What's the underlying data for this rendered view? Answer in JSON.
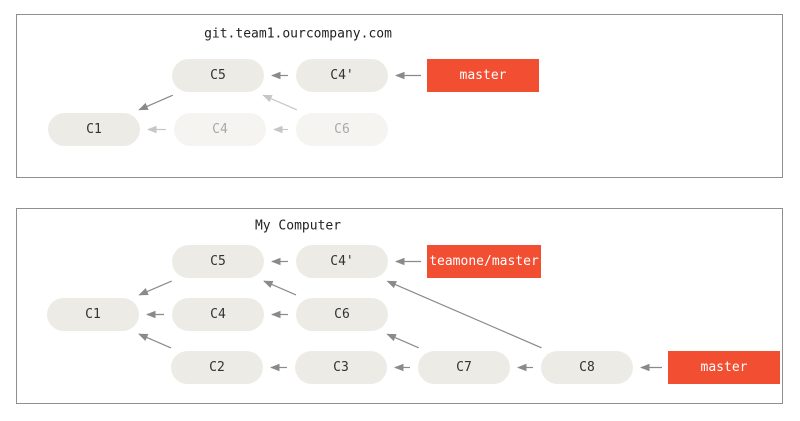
{
  "colors": {
    "commit_fill": "#edebe6",
    "commit_fill_faded": "#f5f4f1",
    "branch_fill": "#f14e32",
    "edge": "#8a8a8a",
    "edge_faded": "#c6c6c6",
    "panel_border": "#8f8f8f"
  },
  "panels": [
    {
      "id": "server",
      "title": "git.team1.ourcompany.com",
      "commits": [
        {
          "id": "C1",
          "label": "C1",
          "faded": false
        },
        {
          "id": "C5",
          "label": "C5",
          "faded": false
        },
        {
          "id": "C4p",
          "label": "C4'",
          "faded": false
        },
        {
          "id": "C4",
          "label": "C4",
          "faded": true
        },
        {
          "id": "C6",
          "label": "C6",
          "faded": true
        }
      ],
      "branches": [
        {
          "id": "master",
          "label": "master",
          "points_to": "C4p"
        }
      ],
      "edges": [
        {
          "from": "C4p",
          "to": "C5",
          "faded": false
        },
        {
          "from": "C5",
          "to": "C1",
          "faded": false
        },
        {
          "from": "C4",
          "to": "C1",
          "faded": true
        },
        {
          "from": "C6",
          "to": "C4",
          "faded": true
        },
        {
          "from": "C6",
          "to": "C5",
          "faded": true
        }
      ]
    },
    {
      "id": "local",
      "title": "My Computer",
      "commits": [
        {
          "id": "C1",
          "label": "C1",
          "faded": false
        },
        {
          "id": "C5",
          "label": "C5",
          "faded": false
        },
        {
          "id": "C4p",
          "label": "C4'",
          "faded": false
        },
        {
          "id": "C4",
          "label": "C4",
          "faded": false
        },
        {
          "id": "C6",
          "label": "C6",
          "faded": false
        },
        {
          "id": "C2",
          "label": "C2",
          "faded": false
        },
        {
          "id": "C3",
          "label": "C3",
          "faded": false
        },
        {
          "id": "C7",
          "label": "C7",
          "faded": false
        },
        {
          "id": "C8",
          "label": "C8",
          "faded": false
        }
      ],
      "branches": [
        {
          "id": "teamone-master",
          "label": "teamone/master",
          "points_to": "C4p"
        },
        {
          "id": "master",
          "label": "master",
          "points_to": "C8"
        }
      ],
      "edges": [
        {
          "from": "C4p",
          "to": "C5",
          "faded": false
        },
        {
          "from": "C5",
          "to": "C1",
          "faded": false
        },
        {
          "from": "C4",
          "to": "C1",
          "faded": false
        },
        {
          "from": "C6",
          "to": "C4",
          "faded": false
        },
        {
          "from": "C6",
          "to": "C5",
          "faded": false
        },
        {
          "from": "C2",
          "to": "C1",
          "faded": false
        },
        {
          "from": "C3",
          "to": "C2",
          "faded": false
        },
        {
          "from": "C7",
          "to": "C3",
          "faded": false
        },
        {
          "from": "C7",
          "to": "C6",
          "faded": false
        },
        {
          "from": "C8",
          "to": "C7",
          "faded": false
        },
        {
          "from": "C8",
          "to": "C4p",
          "faded": false
        }
      ]
    }
  ]
}
